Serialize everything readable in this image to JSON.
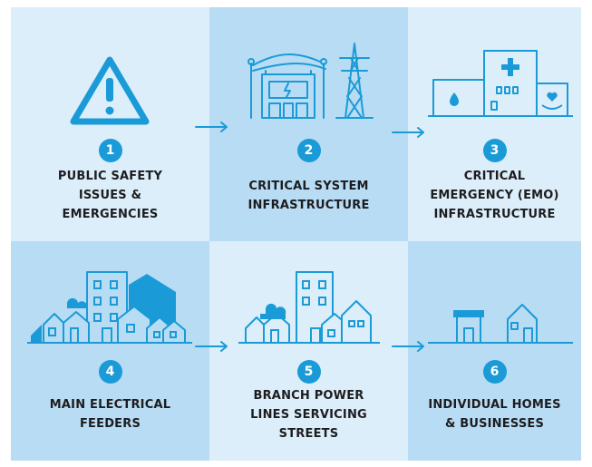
{
  "accent_color": "#1a9bd7",
  "steps": [
    {
      "number": "1",
      "label_lines": [
        "PUBLIC SAFETY",
        "ISSUES &",
        "EMERGENCIES"
      ],
      "icon": "warning-triangle-icon"
    },
    {
      "number": "2",
      "label_lines": [
        "CRITICAL SYSTEM",
        "INFRASTRUCTURE"
      ],
      "icon": "substation-icon"
    },
    {
      "number": "3",
      "label_lines": [
        "CRITICAL",
        "EMERGENCY (EMO)",
        "INFRASTRUCTURE"
      ],
      "icon": "hospital-buildings-icon"
    },
    {
      "number": "4",
      "label_lines": [
        "MAIN ELECTRICAL",
        "FEEDERS"
      ],
      "icon": "city-skyline-icon"
    },
    {
      "number": "5",
      "label_lines": [
        "BRANCH POWER",
        "LINES SERVICING",
        "STREETS"
      ],
      "icon": "neighborhood-icon"
    },
    {
      "number": "6",
      "label_lines": [
        "INDIVIDUAL HOMES",
        "& BUSINESSES"
      ],
      "icon": "home-business-icon"
    }
  ]
}
